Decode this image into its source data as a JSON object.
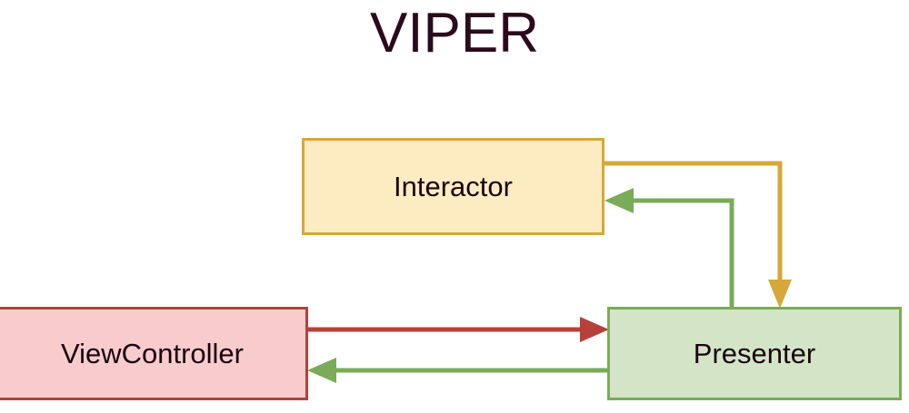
{
  "diagram": {
    "title": "VIPER",
    "title_color": "#2b0a1e",
    "background": "#ffffff",
    "type": "architecture-block-diagram",
    "nodes": [
      {
        "id": "interactor",
        "label": "Interactor",
        "fill": "#fdecc2",
        "stroke": "#d6a839",
        "text_color": "#1a0410"
      },
      {
        "id": "viewcontroller",
        "label": "ViewController",
        "fill": "#f8cccc",
        "stroke": "#b5413a",
        "text_color": "#1a0410"
      },
      {
        "id": "presenter",
        "label": "Presenter",
        "fill": "#d3e5c6",
        "stroke": "#7aab58",
        "text_color": "#1a0410"
      }
    ],
    "edges": [
      {
        "id": "interactor-to-presenter",
        "from": "Interactor",
        "to": "Presenter",
        "color": "#d6a839",
        "label": "",
        "route": "right-down-into-top"
      },
      {
        "id": "presenter-to-interactor",
        "from": "Presenter",
        "to": "Interactor",
        "color": "#7aab58",
        "label": "",
        "route": "top-up-left-into-right"
      },
      {
        "id": "viewcontroller-to-presenter",
        "from": "ViewController",
        "to": "Presenter",
        "color": "#b5413a",
        "label": "",
        "route": "straight-right"
      },
      {
        "id": "presenter-to-viewcontroller",
        "from": "Presenter",
        "to": "ViewController",
        "color": "#7aab58",
        "label": "",
        "route": "straight-left"
      }
    ]
  }
}
